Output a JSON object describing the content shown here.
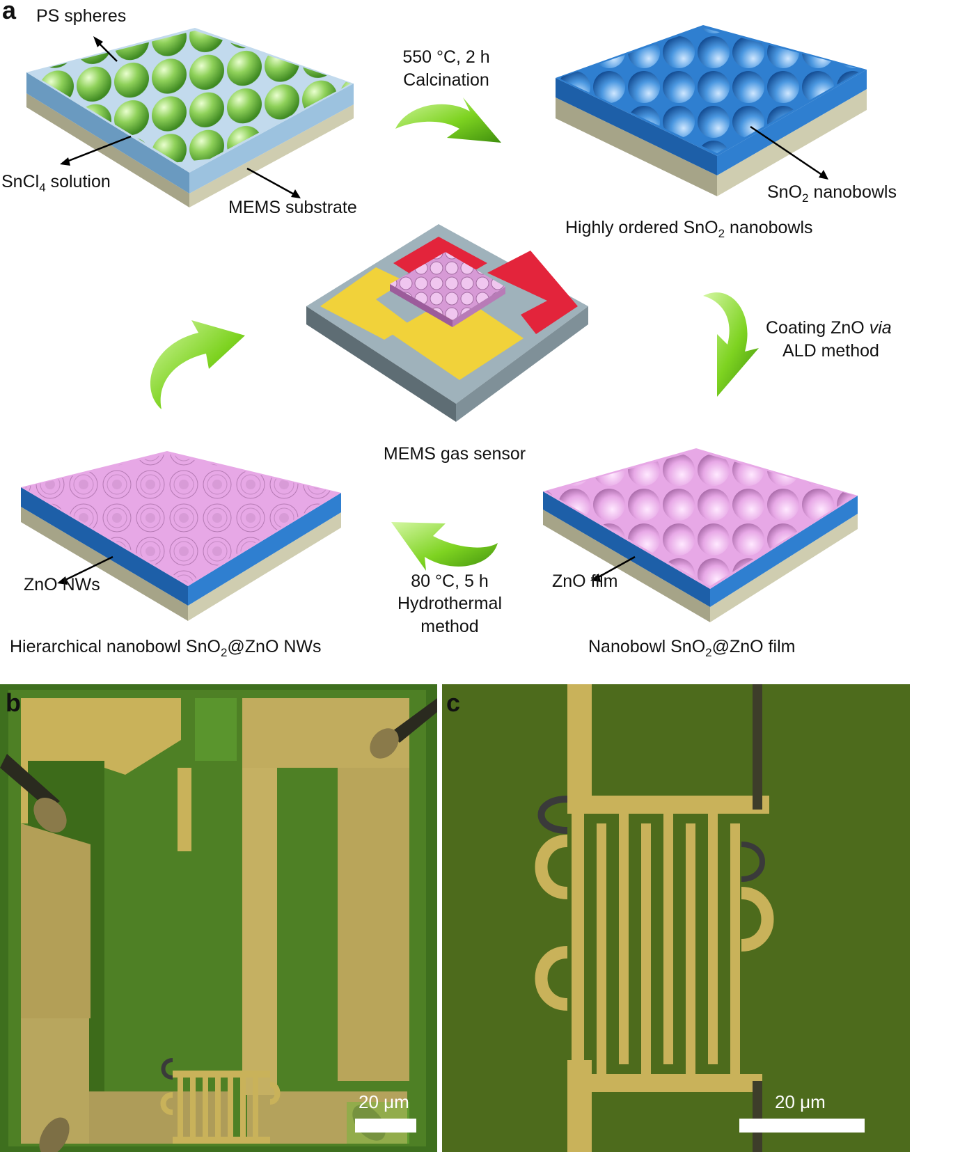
{
  "panels": {
    "a": "a",
    "b": "b",
    "c": "c"
  },
  "labels": {
    "ps_spheres": "PS spheres",
    "sncl4_main": "SnCl",
    "sncl4_sub": "4",
    "sncl4_tail": " solution",
    "mems_substrate": "MEMS substrate",
    "calc_line1": "550 °C, 2 h",
    "calc_line2": "Calcination",
    "sno2_nb_main": "SnO",
    "sno2_nb_sub": "2",
    "sno2_nb_tail": " nanobowls",
    "highly_main": "Highly ordered SnO",
    "highly_sub": "2",
    "highly_tail": " nanobowls",
    "coat_line1_a": "Coating ZnO ",
    "coat_line1_b": "via",
    "coat_line2": "ALD method",
    "mems_gas_sensor": "MEMS gas sensor",
    "zno_nws": "ZnO NWs",
    "zno_film": "ZnO film",
    "hydro_line1": "80 °C, 5 h",
    "hydro_line2": "Hydrothermal",
    "hydro_line3": "method",
    "hier_main": "Hierarchical nanobowl SnO",
    "hier_sub": "2",
    "hier_tail": "@ZnO NWs",
    "film_main": "Nanobowl SnO",
    "film_sub": "2",
    "film_tail": "@ZnO film"
  },
  "scale_bars": {
    "b": "20 μm",
    "c": "20 μm"
  },
  "colors": {
    "arrow_green": "#7ed321",
    "sphere_green": "#8fd15a",
    "bowl_blue": "#2f7fd0",
    "pink": "#e7a8e6",
    "substrate": "#c9c8a8",
    "pad_red": "#e3243b",
    "pad_yellow": "#f1d23a",
    "micro_green": "#3d6b1a",
    "micro_gold": "#c9b25a"
  }
}
